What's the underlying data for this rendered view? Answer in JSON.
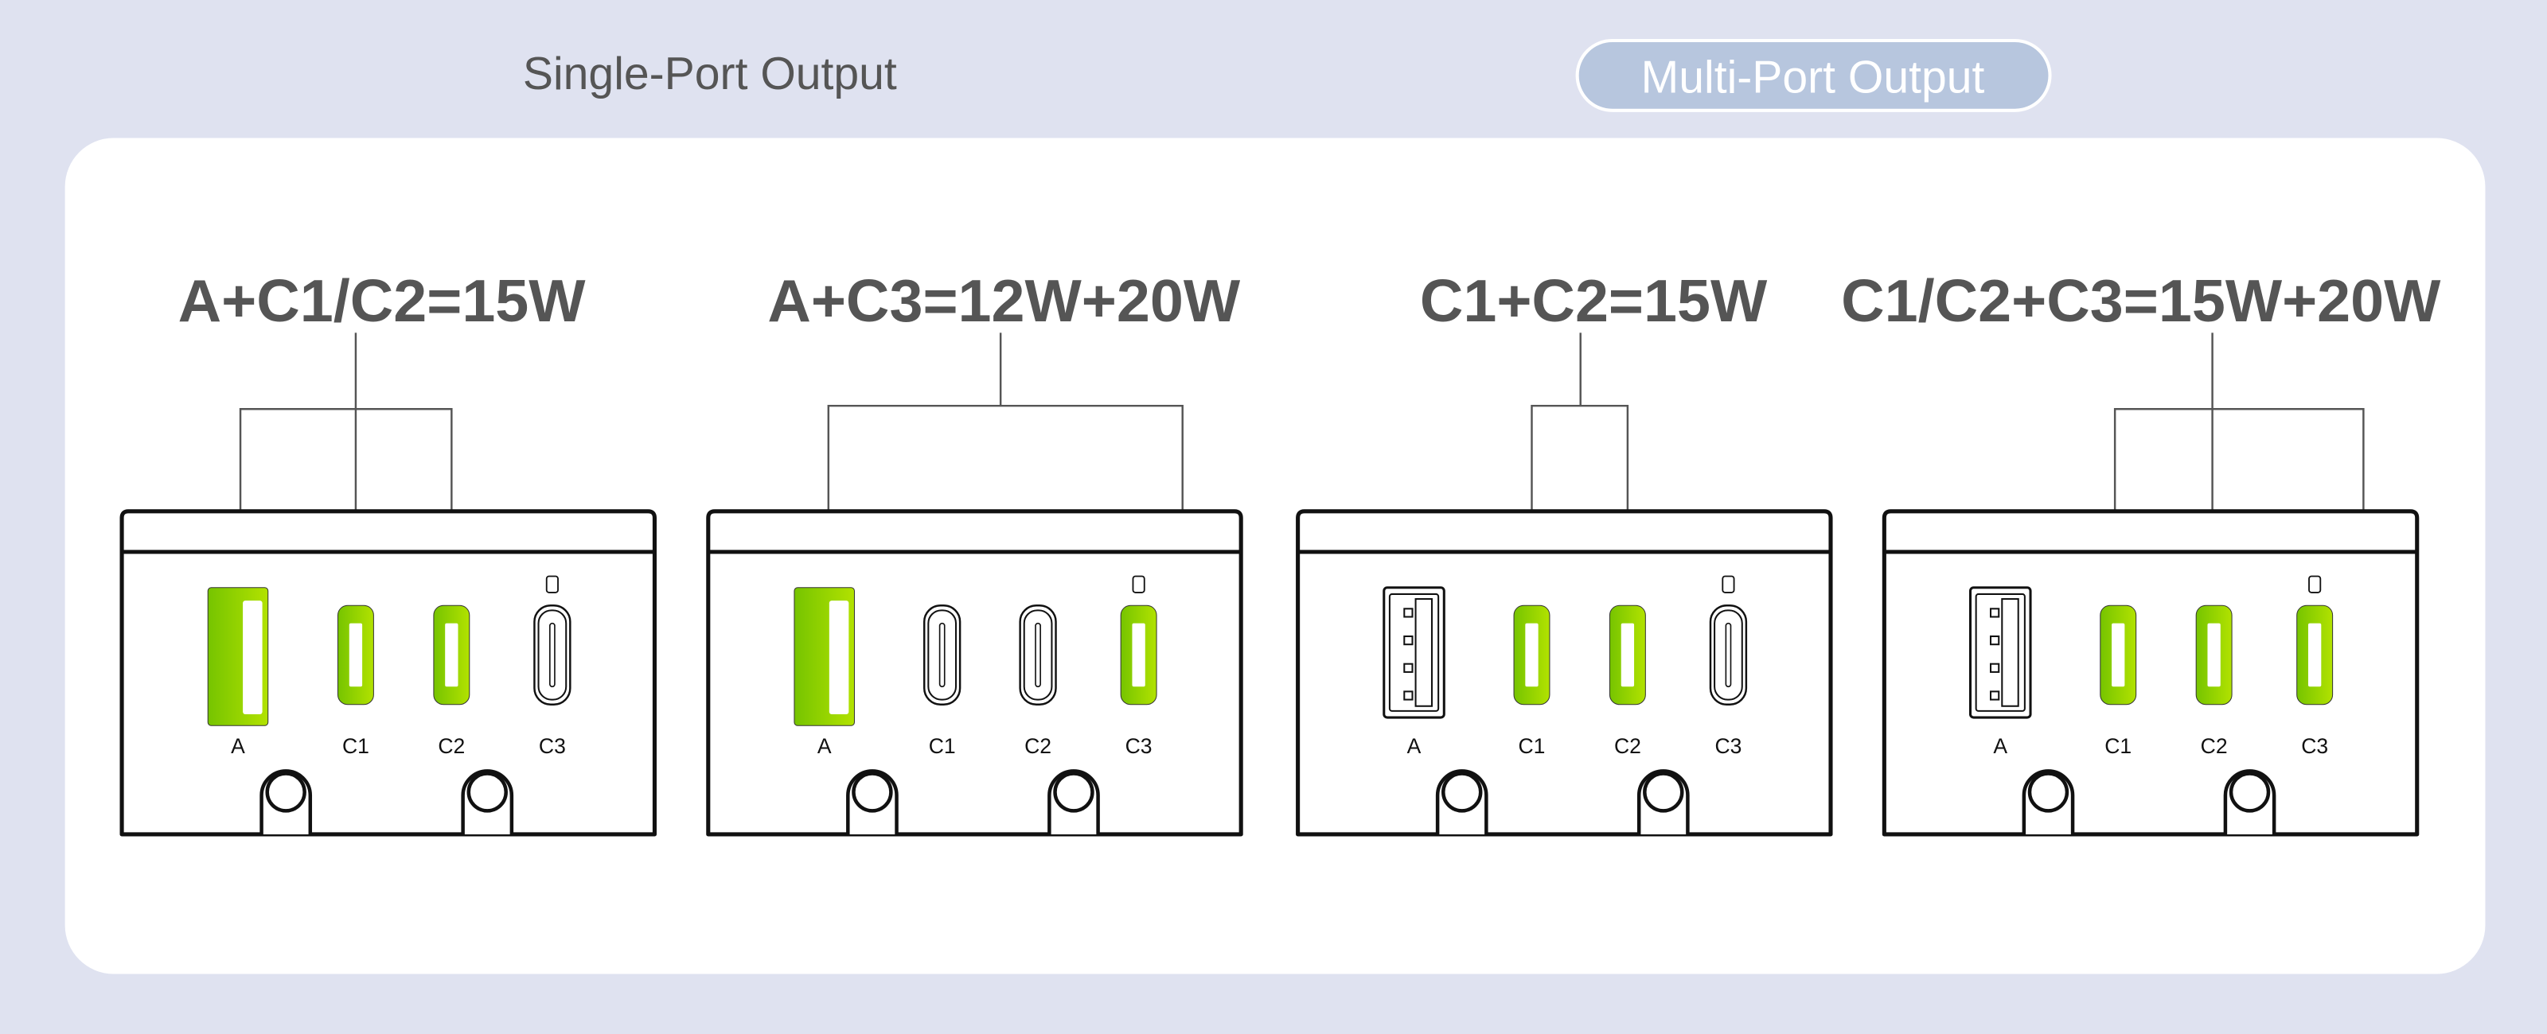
{
  "header": {
    "single_port_label": "Single-Port Output",
    "multi_port_label": "Multi-Port Output",
    "active_mode": "Multi-Port Output"
  },
  "colors": {
    "background": "#dfe2f0",
    "panel": "#ffffff",
    "pill": "#b7c6de",
    "text": "#555555",
    "green_start": "#76c400",
    "green_end": "#b2e200"
  },
  "devices": [
    {
      "title": "A+C1/C2=15W",
      "ports": [
        {
          "label": "A",
          "active": true
        },
        {
          "label": "C1",
          "active": true
        },
        {
          "label": "C2",
          "active": true
        },
        {
          "label": "C3",
          "active": false
        }
      ]
    },
    {
      "title": "A+C3=12W+20W",
      "ports": [
        {
          "label": "A",
          "active": true
        },
        {
          "label": "C1",
          "active": false
        },
        {
          "label": "C2",
          "active": false
        },
        {
          "label": "C3",
          "active": true
        }
      ]
    },
    {
      "title": "C1+C2=15W",
      "ports": [
        {
          "label": "A",
          "active": false
        },
        {
          "label": "C1",
          "active": true
        },
        {
          "label": "C2",
          "active": true
        },
        {
          "label": "C3",
          "active": false
        }
      ]
    },
    {
      "title": "C1/C2+C3=15W+20W",
      "ports": [
        {
          "label": "A",
          "active": false
        },
        {
          "label": "C1",
          "active": true
        },
        {
          "label": "C2",
          "active": true
        },
        {
          "label": "C3",
          "active": true
        }
      ]
    }
  ]
}
